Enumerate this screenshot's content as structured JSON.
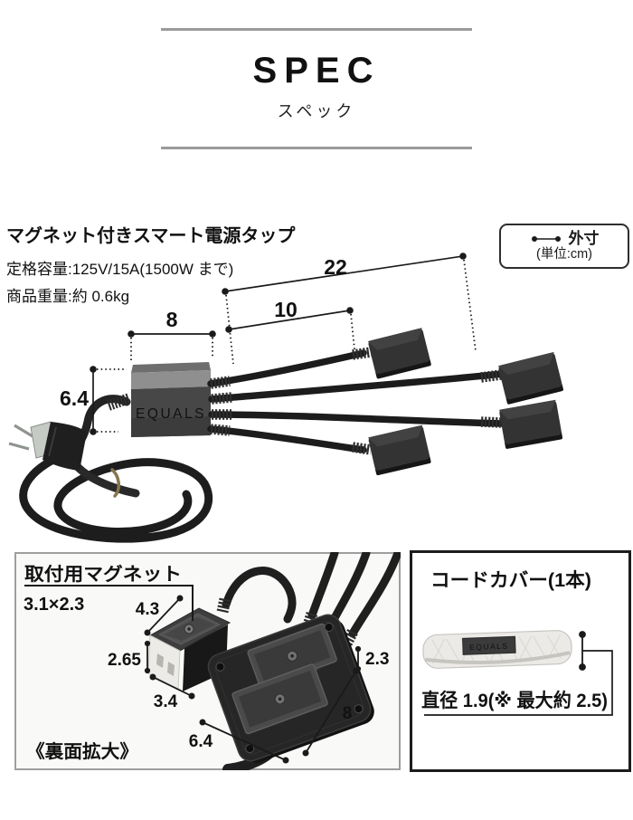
{
  "header": {
    "title": "SPEC",
    "subtitle": "スペック"
  },
  "product": {
    "name": "マグネット付きスマート電源タップ",
    "capacity": "定格容量:125V/15A(1500W まで)",
    "weight": "商品重量:約 0.6kg"
  },
  "legend": {
    "label": "外寸",
    "unit": "(単位:cm)"
  },
  "main_view": {
    "hub_brand": "EQUALS",
    "dims": {
      "cable_long": "22",
      "cable_short": "10",
      "body_width": "8",
      "body_height": "6.4"
    }
  },
  "back_view": {
    "magnet_label": "取付用マグネット",
    "magnet_size": "3.1×2.3",
    "caption": "《裏面拡大》",
    "dims": {
      "magnet_top": "4.3",
      "magnet_height": "2.65",
      "magnet_width": "3.4",
      "body_depth": "2.3",
      "body_length": "8",
      "body_width": "6.4"
    }
  },
  "cord_cover": {
    "title": "コードカバー(1本)",
    "brand": "EQUALS",
    "diameter": "直径 1.9(※ 最大約 2.5)"
  },
  "colors": {
    "text": "#1a1a1a",
    "rule": "#9b9b9b",
    "hub_label": "#b5c0ba",
    "left_box_border": "#9e9e9e",
    "right_box_border": "#1c1c1c"
  }
}
